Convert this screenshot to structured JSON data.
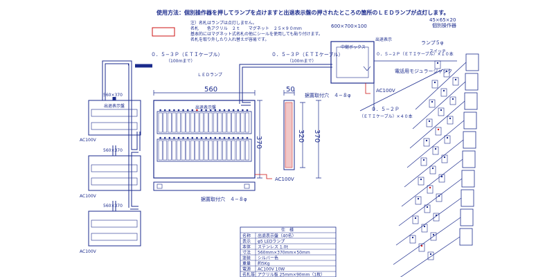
{
  "header": {
    "usage": "使用方法：個別操作器を押してランプを点けますと出退表示盤の押されたところの箇所のＬＥＤランプが点灯します。"
  },
  "notes": {
    "line1": "注）名札はランプは点灯しません。",
    "line2": "名札　　色アクリル　２ｔ　　マグネット　２５×９０ｍｍ",
    "line3": "基本的にはマグネット式名札の他にシールを使用しても貼り付けます。",
    "line4": "名札を取り外したり入れ替えが容易です。"
  },
  "left_panels": {
    "size": "560×370",
    "ac": "AC100V",
    "panel_title": "出退表示盤"
  },
  "cable_left": {
    "label": "０．５−３Ｐ（ＥＴＩケーブル）",
    "sub": "（100ｍまで）"
  },
  "cable_mid": {
    "label": "０．５−３Ｐ（ＥＴＩケーブル）",
    "sub": "（100ｍまで）"
  },
  "main_panel": {
    "lamp_label": "ＬＥＤランプ",
    "title": "出退表示盤",
    "width": "560",
    "height": "370",
    "ac": "AC100V",
    "mount": "据置取付穴　４−８φ"
  },
  "side_view": {
    "depth": "50",
    "mount": "据置取付穴　４−８φ",
    "h1": "320",
    "h2": "370"
  },
  "relay_box": {
    "size": "600×700×100",
    "label": "中継ボックス",
    "top": "出退表示",
    "cable": "０．５−２Ｐ（ＥＴＩケーブル）×１０本",
    "ac": "AC100V"
  },
  "right_cable": {
    "label": "０．５−２Ｐ",
    "sub": "（ＥＴＩケーブル）×４０本"
  },
  "operators": {
    "size": "45×65×20",
    "label": "個別操作器",
    "lamp": "ランプ５φ",
    "switch": "スイッチ",
    "jack": "電話用モジュラージャック"
  },
  "spec_table": {
    "title": "仕　様",
    "rows": [
      [
        "名称",
        "出退表示盤（40名）"
      ],
      [
        "表示",
        "φ5 LEDランプ"
      ],
      [
        "本体",
        "ステンレス 1.0t"
      ],
      [
        "寸法",
        "560mm×370mm×50mm"
      ],
      [
        "塗装",
        "シルバー色"
      ],
      [
        "重量",
        "約5Kg"
      ],
      [
        "電源",
        "AC100V 10W"
      ],
      [
        "名札等",
        "アクリル板 25mm×90mm（1枚）"
      ]
    ]
  },
  "operator_rows": [
    {
      "lamp": false
    },
    {
      "lamp": false
    },
    {
      "lamp": false
    },
    {
      "lamp": true
    },
    {
      "lamp": false
    },
    {
      "lamp": false
    },
    {
      "lamp": true
    },
    {
      "lamp": false
    },
    {
      "lamp": false
    },
    {
      "lamp": true
    }
  ]
}
